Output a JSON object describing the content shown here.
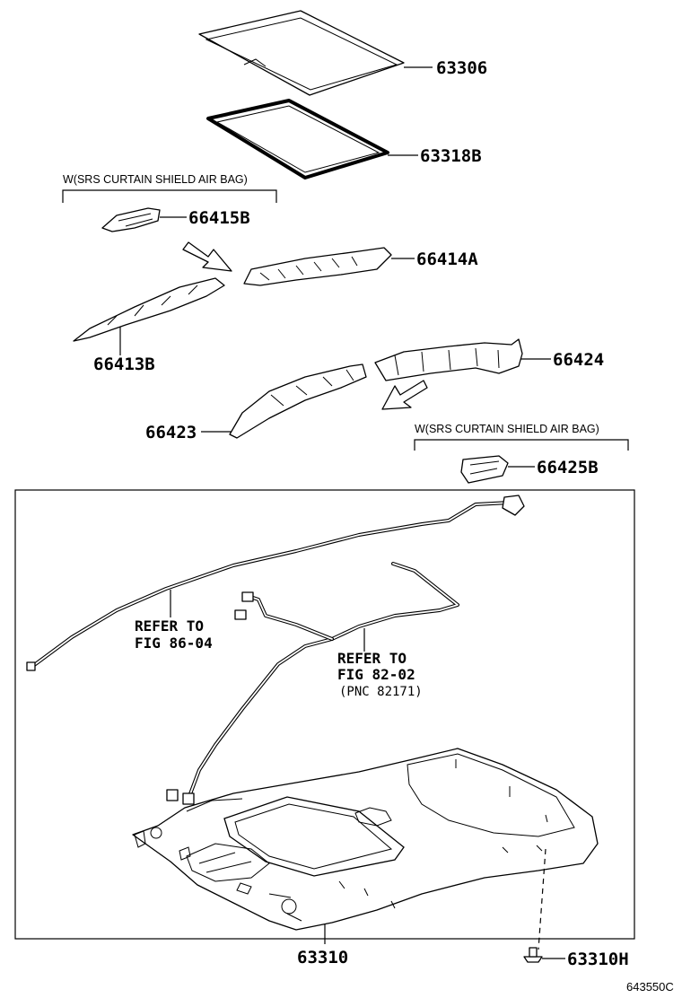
{
  "parts": {
    "p63306": "63306",
    "p63318B": "63318B",
    "p66415B": "66415B",
    "p66414A": "66414A",
    "p66413B": "66413B",
    "p66424": "66424",
    "p66423": "66423",
    "p66425B": "66425B",
    "p63310": "63310",
    "p63310H": "63310H"
  },
  "notes": {
    "airbag_upper": "W(SRS CURTAIN SHIELD AIR BAG)",
    "airbag_lower": "W(SRS CURTAIN SHIELD AIR BAG)"
  },
  "refs": {
    "ref1_line1": "REFER TO",
    "ref1_line2": "FIG 86-04",
    "ref2_line1": "REFER TO",
    "ref2_line2": "FIG 82-02",
    "ref2_line3": "(PNC 82171)"
  },
  "diagram_number": "643550C"
}
